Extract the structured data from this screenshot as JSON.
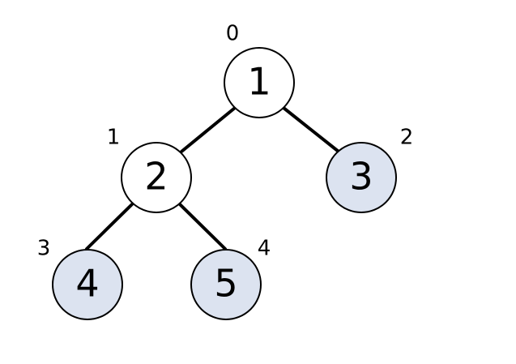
{
  "diagram": {
    "colors": {
      "edge": "#000000",
      "node_stroke": "#000000",
      "node_fill_default": "#ffffff",
      "node_fill_leaf": "#dce3f0"
    },
    "nodes": [
      {
        "value": "1",
        "index": "0",
        "fill": "#ffffff"
      },
      {
        "value": "2",
        "index": "1",
        "fill": "#ffffff"
      },
      {
        "value": "3",
        "index": "2",
        "fill": "#dce3f0"
      },
      {
        "value": "4",
        "index": "3",
        "fill": "#dce3f0"
      },
      {
        "value": "5",
        "index": "4",
        "fill": "#dce3f0"
      }
    ],
    "edges": [
      {
        "from": 0,
        "to": 1
      },
      {
        "from": 0,
        "to": 2
      },
      {
        "from": 1,
        "to": 3
      },
      {
        "from": 1,
        "to": 4
      }
    ]
  }
}
